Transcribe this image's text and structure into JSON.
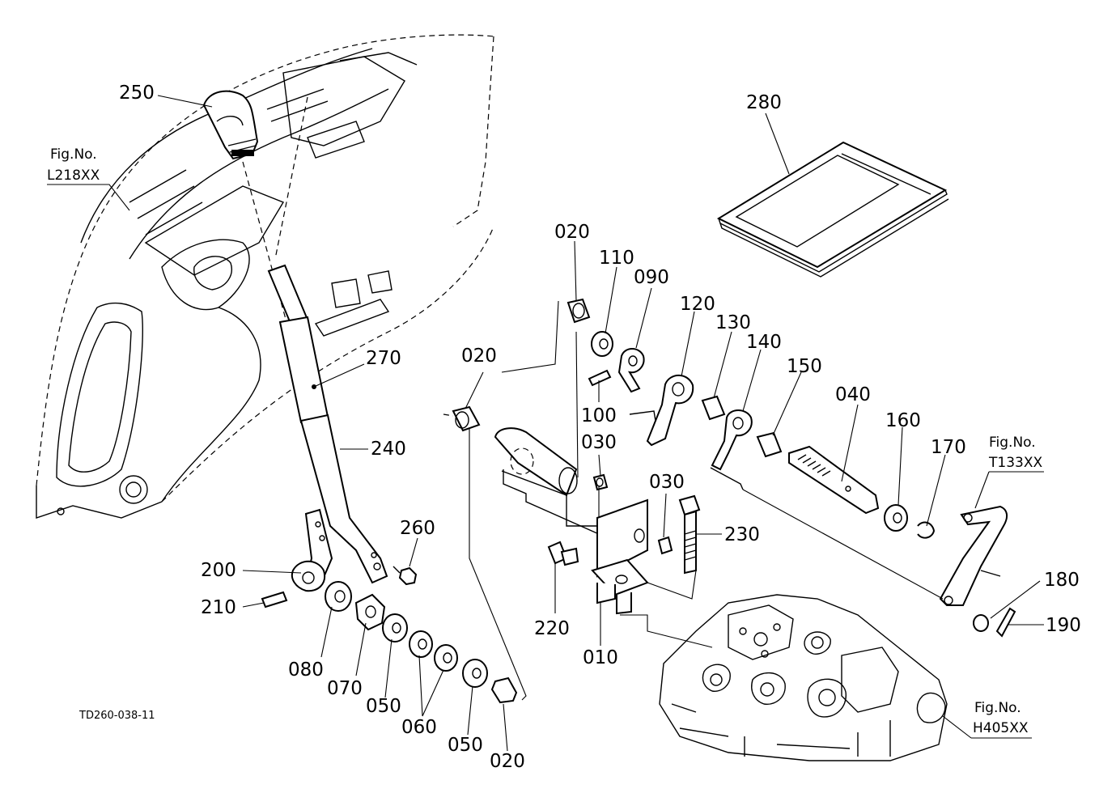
{
  "drawing_code": "TD260-038-11",
  "parts": [
    {
      "id": "p250",
      "label": "250"
    },
    {
      "id": "p270",
      "label": "270"
    },
    {
      "id": "p240",
      "label": "240"
    },
    {
      "id": "p260",
      "label": "260"
    },
    {
      "id": "p200",
      "label": "200"
    },
    {
      "id": "p210",
      "label": "210"
    },
    {
      "id": "p080",
      "label": "080"
    },
    {
      "id": "p070",
      "label": "070"
    },
    {
      "id": "p050a",
      "label": "050"
    },
    {
      "id": "p060",
      "label": "060"
    },
    {
      "id": "p050b",
      "label": "050"
    },
    {
      "id": "p020a",
      "label": "020"
    },
    {
      "id": "p020b",
      "label": "020"
    },
    {
      "id": "p020c",
      "label": "020"
    },
    {
      "id": "p110",
      "label": "110"
    },
    {
      "id": "p090",
      "label": "090"
    },
    {
      "id": "p120",
      "label": "120"
    },
    {
      "id": "p130",
      "label": "130"
    },
    {
      "id": "p140",
      "label": "140"
    },
    {
      "id": "p150",
      "label": "150"
    },
    {
      "id": "p040",
      "label": "040"
    },
    {
      "id": "p160",
      "label": "160"
    },
    {
      "id": "p170",
      "label": "170"
    },
    {
      "id": "p100",
      "label": "100"
    },
    {
      "id": "p030a",
      "label": "030"
    },
    {
      "id": "p030b",
      "label": "030"
    },
    {
      "id": "p230",
      "label": "230"
    },
    {
      "id": "p220",
      "label": "220"
    },
    {
      "id": "p010",
      "label": "010"
    },
    {
      "id": "p180",
      "label": "180"
    },
    {
      "id": "p190",
      "label": "190"
    },
    {
      "id": "p280",
      "label": "280"
    }
  ],
  "figure_refs": [
    {
      "id": "ref_l218",
      "line1": "Fig.No.",
      "line2": "L218XX"
    },
    {
      "id": "ref_t133",
      "line1": "Fig.No.",
      "line2": "T133XX"
    },
    {
      "id": "ref_h405",
      "line1": "Fig.No.",
      "line2": "H405XX"
    }
  ]
}
